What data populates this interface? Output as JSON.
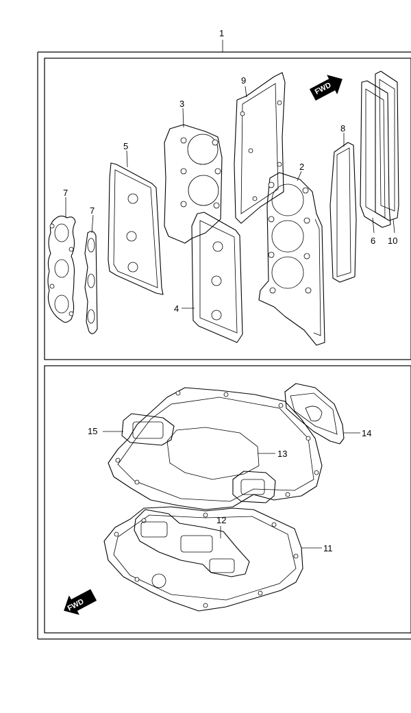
{
  "diagram": {
    "kit_label": "1",
    "fwd_label_top": "FWD",
    "fwd_label_bottom": "FWD",
    "callouts": {
      "c2": "2",
      "c3": "3",
      "c4": "4",
      "c5": "5",
      "c6": "6",
      "c7a": "7",
      "c7b": "7",
      "c8": "8",
      "c9": "9",
      "c10": "10",
      "c11": "11",
      "c12": "12",
      "c13": "13",
      "c14": "14",
      "c15": "15"
    }
  }
}
